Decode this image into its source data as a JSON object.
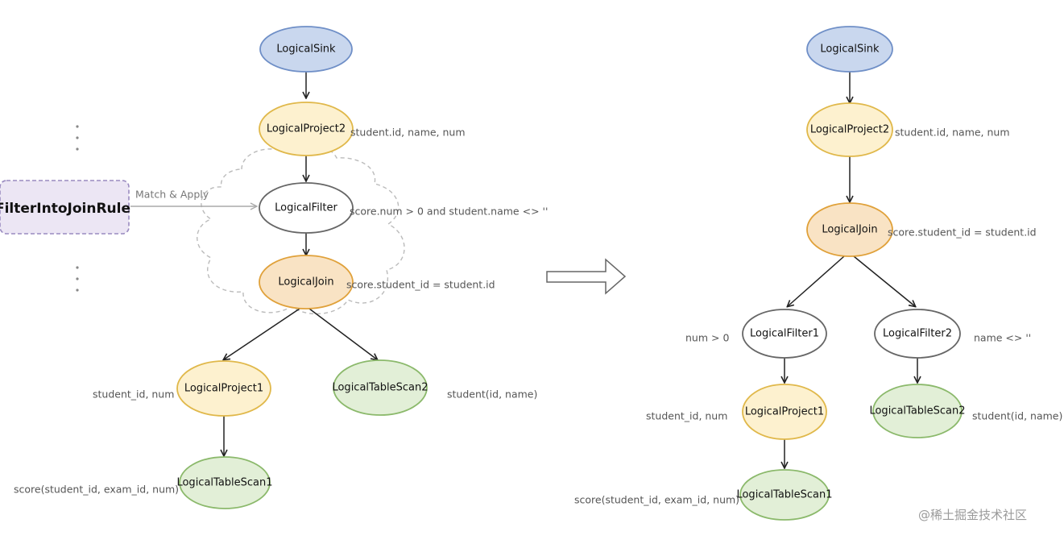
{
  "colors": {
    "sink_fill": "#c9d7ee",
    "sink_stroke": "#6f8fc7",
    "project_fill": "#fdf1cf",
    "project_stroke": "#e0b84a",
    "join_fill": "#f9e3c4",
    "join_stroke": "#e0a13a",
    "filter_fill": "#ffffff",
    "filter_stroke": "#666666",
    "scan_fill": "#e2efd7",
    "scan_stroke": "#8bb96b",
    "rule_fill": "#ece6f4",
    "rule_stroke": "#9a8bc0",
    "arrow": "#222222",
    "cloud": "#bbbbbb",
    "match_arrow": "#aaaaaa"
  },
  "rule": {
    "label": "FilterIntoJoinRule",
    "match_label": "Match & Apply"
  },
  "left": {
    "sink": "LogicalSink",
    "project2": "LogicalProject2",
    "project2_ann": "student.id, name, num",
    "filter": "LogicalFilter",
    "filter_ann": "score.num > 0 and student.name <> ''",
    "join": "LogicalJoin",
    "join_ann": "score.student_id = student.id",
    "project1": "LogicalProject1",
    "project1_ann": "student_id, num",
    "scan2": "LogicalTableScan2",
    "scan2_ann": "student(id, name)",
    "scan1": "LogicalTableScan1",
    "scan1_ann": "score(student_id, exam_id, num)"
  },
  "right": {
    "sink": "LogicalSink",
    "project2": "LogicalProject2",
    "project2_ann": "student.id, name, num",
    "join": "LogicalJoin",
    "join_ann": "score.student_id = student.id",
    "filter1": "LogicalFilter1",
    "filter1_ann": "num > 0",
    "filter2": "LogicalFilter2",
    "filter2_ann": "name <> ''",
    "project1": "LogicalProject1",
    "project1_ann": "student_id, num",
    "scan2": "LogicalTableScan2",
    "scan2_ann": "student(id, name)",
    "scan1": "LogicalTableScan1",
    "scan1_ann": "score(student_id, exam_id, num)"
  },
  "watermark": "@稀土掘金技术社区"
}
